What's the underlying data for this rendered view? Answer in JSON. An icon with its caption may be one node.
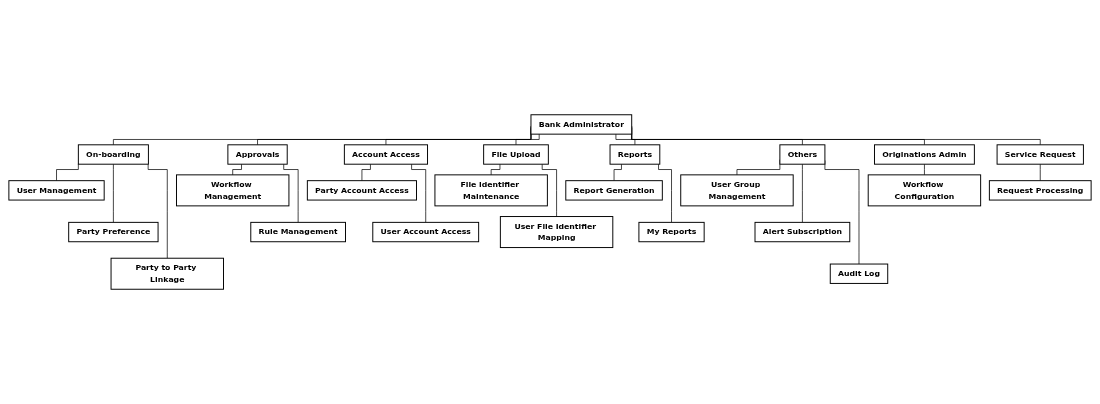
{
  "diagram": {
    "nodes": [
      {
        "text": [
          "Bank Administrator"
        ]
      },
      {
        "text": [
          "On-boarding"
        ]
      },
      {
        "text": [
          "Approvals"
        ]
      },
      {
        "text": [
          "Account Access"
        ]
      },
      {
        "text": [
          "File Upload"
        ]
      },
      {
        "text": [
          "Reports"
        ]
      },
      {
        "text": [
          "Others"
        ]
      },
      {
        "text": [
          "Originations Admin"
        ]
      },
      {
        "text": [
          "Service Request"
        ]
      },
      {
        "text": [
          "User Management"
        ]
      },
      {
        "text": [
          "Party Preference"
        ]
      },
      {
        "text": [
          "Party to Party Linkage"
        ]
      },
      {
        "text": [
          "Workflow Management"
        ]
      },
      {
        "text": [
          "Rule Management"
        ]
      },
      {
        "text": [
          "Party Account Access"
        ]
      },
      {
        "text": [
          "User Account Access"
        ]
      },
      {
        "text": [
          "File identifier Maintenance"
        ]
      },
      {
        "text": [
          "User File Identifier Mapping"
        ]
      },
      {
        "text": [
          "Report Generation"
        ]
      },
      {
        "text": [
          "My Reports"
        ]
      },
      {
        "text": [
          "User Group Management"
        ]
      },
      {
        "text": [
          "Alert Subscription"
        ]
      },
      {
        "text": [
          "Audit Log"
        ]
      },
      {
        "text": [
          "Workflow Configuration"
        ]
      },
      {
        "text": [
          "Request Processing"
        ]
      }
    ],
    "edges": [
      {
        "from": 0,
        "to": 1,
        "arrow": "none"
      },
      {
        "from": 0,
        "to": 2,
        "arrow": "none"
      },
      {
        "from": 0,
        "to": 3,
        "arrow": "none"
      },
      {
        "from": 0,
        "to": 4,
        "arrow": "none"
      },
      {
        "from": 0,
        "to": 5,
        "arrow": "none"
      },
      {
        "from": 0,
        "to": 6,
        "arrow": "none"
      },
      {
        "from": 0,
        "to": 7,
        "arrow": "none"
      },
      {
        "from": 0,
        "to": 8,
        "arrow": "none"
      },
      {
        "from": 1,
        "to": 9,
        "arrow": "none"
      },
      {
        "from": 1,
        "to": 10,
        "arrow": "none"
      },
      {
        "from": 1,
        "to": 11,
        "arrow": "none"
      },
      {
        "from": 2,
        "to": 12,
        "arrow": "none"
      },
      {
        "from": 2,
        "to": 13,
        "arrow": "none"
      },
      {
        "from": 3,
        "to": 14,
        "arrow": "none"
      },
      {
        "from": 3,
        "to": 15,
        "arrow": "none"
      },
      {
        "from": 4,
        "to": 16,
        "arrow": "none"
      },
      {
        "from": 4,
        "to": 17,
        "arrow": "none"
      },
      {
        "from": 5,
        "to": 18,
        "arrow": "none"
      },
      {
        "from": 5,
        "to": 19,
        "arrow": "none"
      },
      {
        "from": 6,
        "to": 20,
        "arrow": "none"
      },
      {
        "from": 6,
        "to": 21,
        "arrow": "none"
      },
      {
        "from": 6,
        "to": 22,
        "arrow": "none"
      },
      {
        "from": 7,
        "to": 23,
        "arrow": "none"
      },
      {
        "from": 8,
        "to": 24,
        "arrow": "none"
      }
    ]
  }
}
